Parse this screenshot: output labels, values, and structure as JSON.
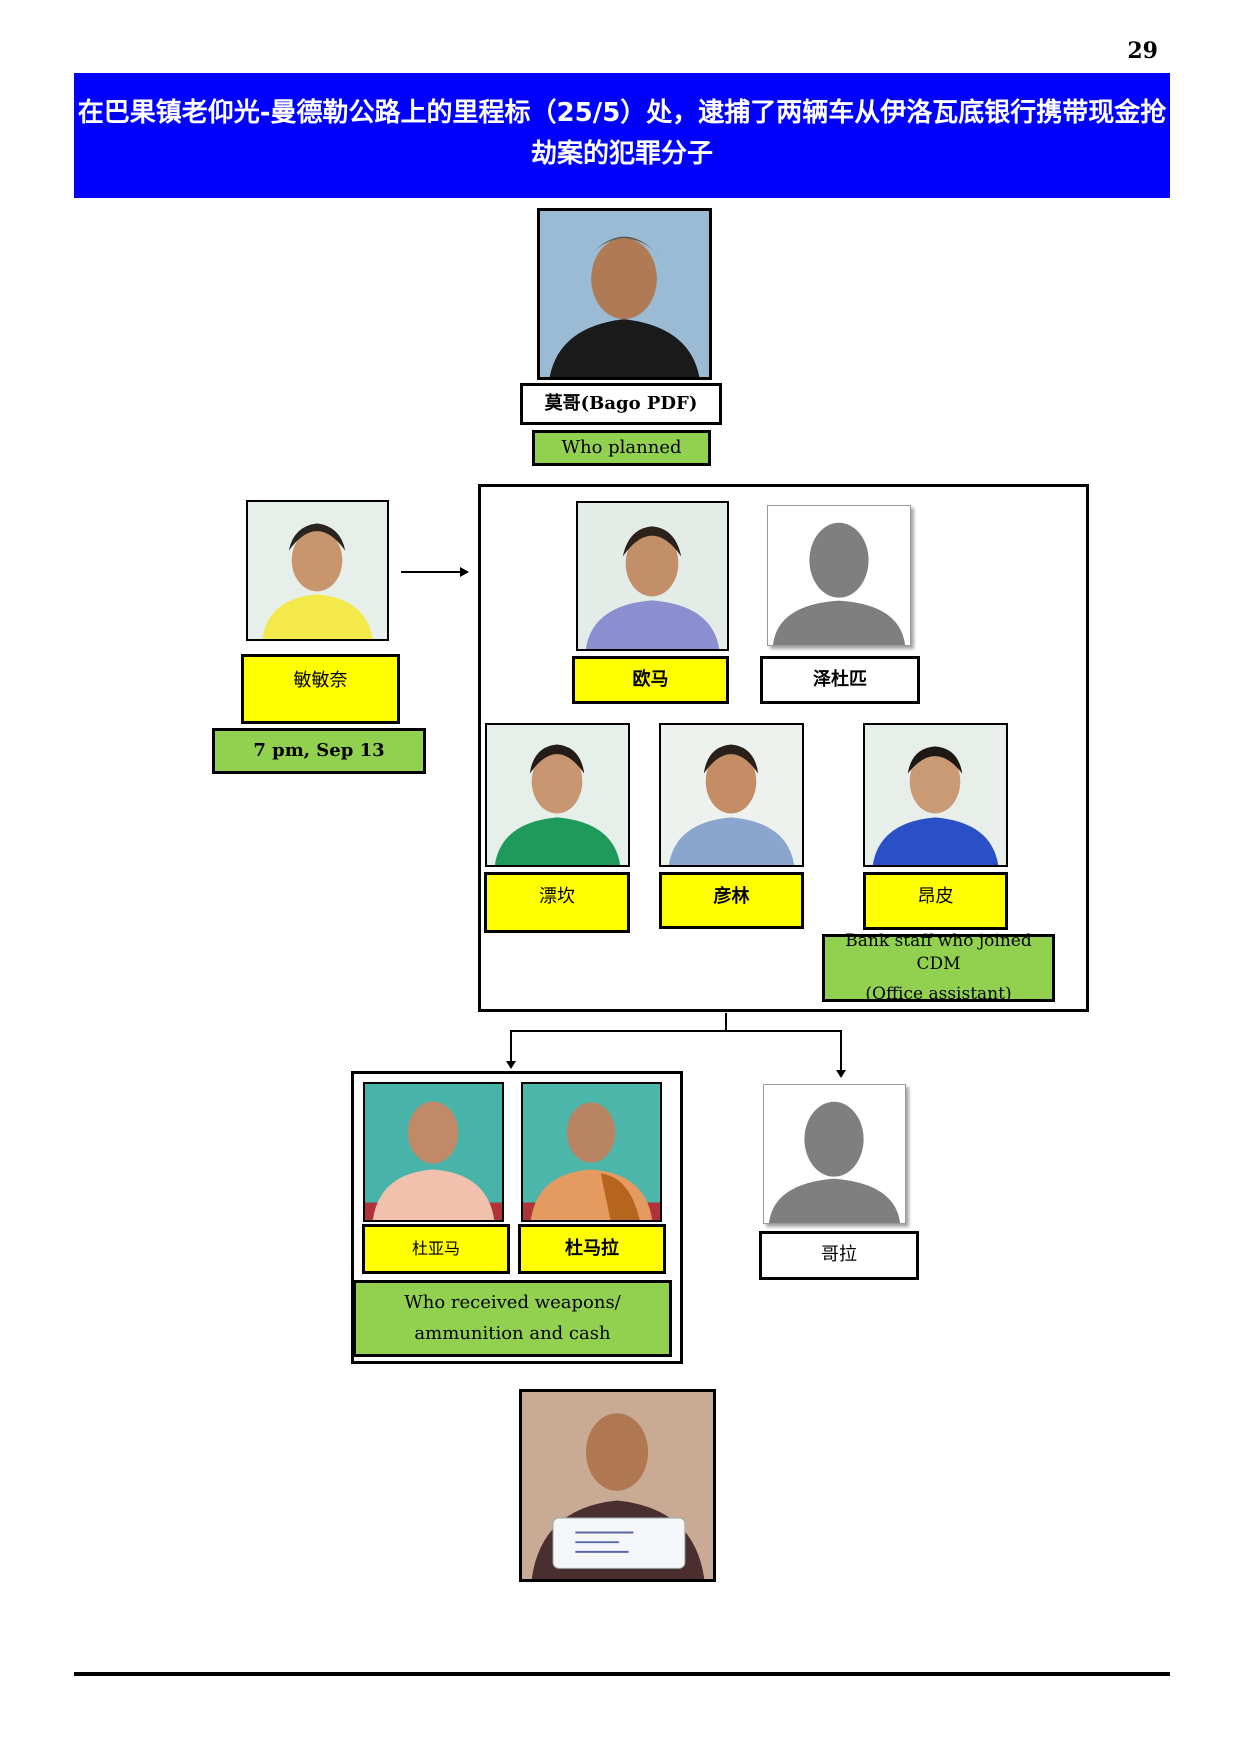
{
  "page_number": "29",
  "title": "在巴果镇老仰光-曼德勒公路上的里程标（25/5）处，逮捕了两辆车从伊洛瓦底银行携带现金抢劫案的犯罪分子",
  "nodes": {
    "planner": {
      "name": "莫哥(Bago PDF)",
      "role": "Who planned"
    },
    "informant": {
      "name": "敏敏奈",
      "time": "7 pm, Sep 13"
    },
    "group": {
      "ouma": {
        "name": "欧马"
      },
      "zedupi": {
        "name": "泽杜匹"
      },
      "piaokan": {
        "name": "漂坎"
      },
      "yanlin": {
        "name": "彦林"
      },
      "angpi": {
        "name": "昂皮",
        "role_line1": "Bank staff who joined CDM",
        "role_line2": "(Office assistant)"
      }
    },
    "receivers": {
      "duyama": {
        "name": "杜亚马"
      },
      "dumala": {
        "name": "杜马拉"
      },
      "role_line1": "Who received weapons/",
      "role_line2": "ammunition and cash"
    },
    "gela": {
      "name": "哥拉"
    }
  },
  "colors": {
    "banner": "#0000ff",
    "name_box": "#ffff00",
    "role_box": "#92d050"
  }
}
